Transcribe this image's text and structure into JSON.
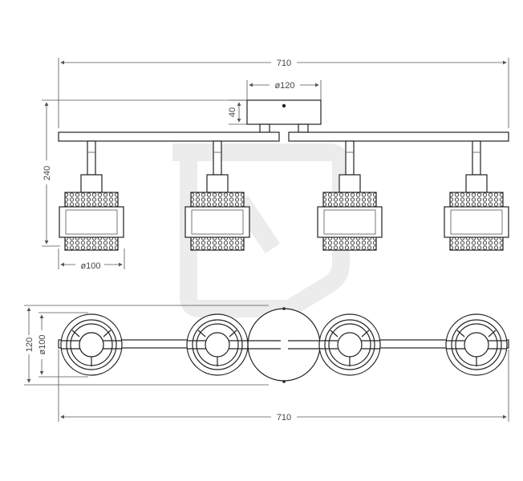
{
  "dimensions": {
    "total_length_top": "710",
    "canopy_diameter": "ø120",
    "canopy_height": "40",
    "total_height": "240",
    "shade_diameter_side": "ø100",
    "plan_width": "120",
    "plan_shade_diameter": "ø100",
    "total_length_bottom": "710"
  },
  "colors": {
    "line": "#222222",
    "dimension": "#555555",
    "watermark": "#e8e8e8"
  },
  "icons": [
    "watermark-plug-logo"
  ]
}
